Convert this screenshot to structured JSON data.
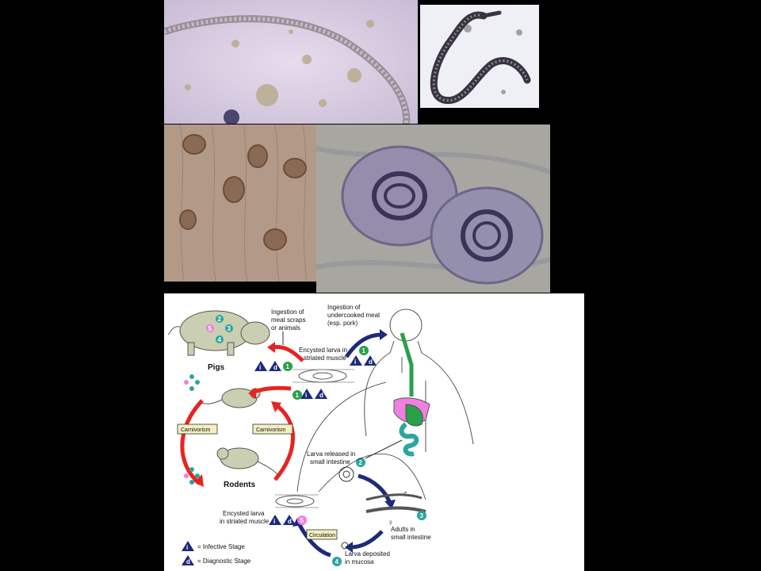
{
  "photos": {
    "larva_coiled": "microscopy-larva",
    "adult_worm": "microscopy-adult-worm",
    "muscle_lowmag": "microscopy-encysted-larvae-low",
    "muscle_highmag": "microscopy-encysted-larvae-high"
  },
  "lifecycle": {
    "pigs": "Pigs",
    "rodents": "Rodents",
    "ingestion_scraps": [
      "Ingestion of",
      "meat scraps",
      "or animals"
    ],
    "ingestion_meat": [
      "Ingestion of",
      "undercooked meat",
      "(esp. pork)"
    ],
    "encysted_top": [
      "Encysted larva in",
      "striated muscle"
    ],
    "encysted_bottom": [
      "Encysted larva",
      "in striated muscle"
    ],
    "larva_released": [
      "Larva released in",
      "small intestine"
    ],
    "adults": [
      "Adults in",
      "small intestine"
    ],
    "larva_deposited": [
      "Larva deposited",
      "in mucosa"
    ],
    "carnivorism_left": "Carnivorism",
    "carnivorism_right": "Carnivorism",
    "circulation": "Circulation",
    "male_symbol": "♂",
    "female_symbol": "♀",
    "legend_infective": "= Infective Stage",
    "legend_diagnostic": "= Diagnostic Stage",
    "i_letter": "i",
    "d_letter": "d",
    "step1": "1",
    "step2": "2",
    "step3": "3",
    "step4": "4",
    "step5": "5",
    "colors": {
      "red": "#e8231f",
      "navy": "#1b2a7a",
      "green": "#2aa04a",
      "teal": "#2aa5a0",
      "pink": "#f080e0"
    }
  }
}
